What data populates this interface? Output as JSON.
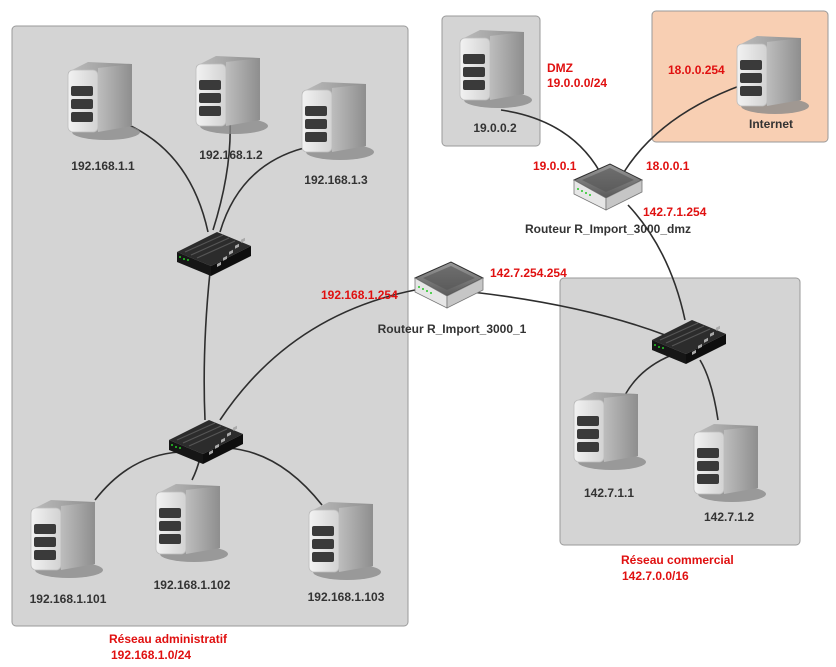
{
  "colors": {
    "zone_fill": "#d4d4d4",
    "zone_border": "#9a9a9a",
    "internet_fill": "#f8cfb3",
    "label_black": "#333333",
    "label_red": "#e01010"
  },
  "zones": {
    "admin": {
      "name": "Réseau administratif",
      "subnet": "192.168.1.0/24"
    },
    "dmz": {
      "name": "DMZ",
      "subnet": "19.0.0.0/24"
    },
    "internet": {
      "name": "Internet"
    },
    "commercial": {
      "name": "Réseau commercial",
      "subnet": "142.7.0.0/16"
    }
  },
  "servers": {
    "s1": "192.168.1.1",
    "s2": "192.168.1.2",
    "s3": "192.168.1.3",
    "s101": "192.168.1.101",
    "s102": "192.168.1.102",
    "s103": "192.168.1.103",
    "dmz": "19.0.0.2",
    "c1": "142.7.1.1",
    "c2": "142.7.1.2"
  },
  "routers": {
    "r1": {
      "name": "Routeur R_Import_3000_1",
      "ip_left": "192.168.1.254",
      "ip_right": "142.7.254.254"
    },
    "rdmz": {
      "name": "Routeur R_Import_3000_dmz",
      "ip_dmz": "19.0.0.1",
      "ip_internet": "18.0.0.1",
      "ip_commercial": "142.7.1.254"
    }
  },
  "internet_ip": "18.0.0.254"
}
